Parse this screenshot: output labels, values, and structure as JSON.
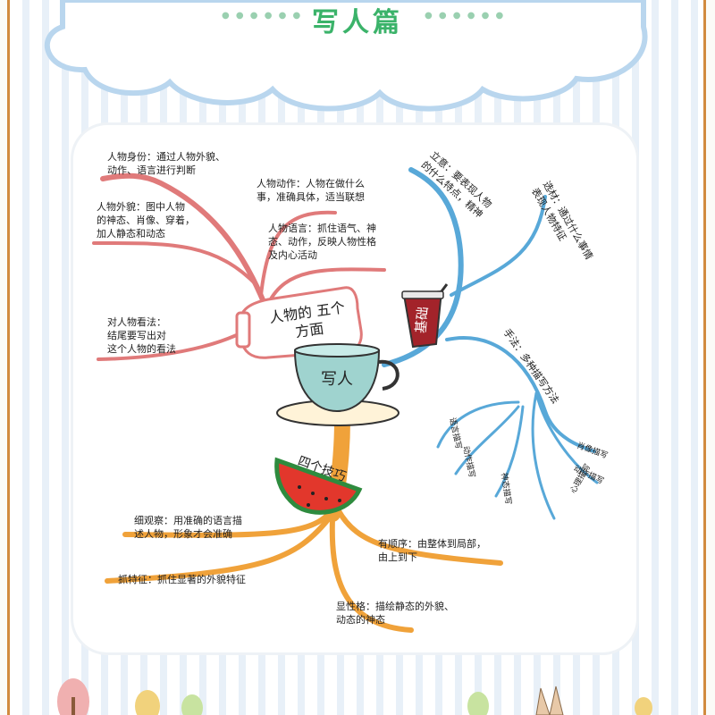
{
  "title": "写人篇",
  "center": "写人",
  "red_node": "人物的\n五个方面",
  "red_leaves": [
    "人物身份：通过人物外貌、\n动作、语言进行判断",
    "人物外貌：图中人物\n的神态、肖像、穿着，\n加人静态和动态",
    "人物动作：人物在做什么\n事，准确具体，适当联想",
    "人物语言：抓住语气、神\n态、动作，反映人物性格\n及内心活动",
    "对人物看法：\n结尾要写出对\n这个人物的看法"
  ],
  "blue_node": "基础",
  "blue_leaves": {
    "lizhi": "立意：要表现人物\n的什么特点，精神",
    "xuancai": "选材：通过什么事情\n表现人物特征",
    "shoufa": "手法：多种描写方法",
    "methods": [
      "语言描写",
      "动作描写",
      "神态描写",
      "肖像描写",
      "动作描写",
      "心理描写"
    ]
  },
  "orange_node": "四个技巧",
  "orange_leaves": [
    "细观察：用准确的语言描\n述人物，形象才会准确",
    "抓特征：抓住显著的外貌特征",
    "有顺序：由整体到局部，\n由上到下",
    "显性格：描绘静态的外貌、\n动态的神态"
  ],
  "colors": {
    "red_branch": "#e07a7a",
    "blue_branch": "#58a8d8",
    "orange_branch": "#f0a23a",
    "title_green": "#3bb36a",
    "cup_teal": "#9fd3cf",
    "frame_orange": "#d18b3e"
  }
}
